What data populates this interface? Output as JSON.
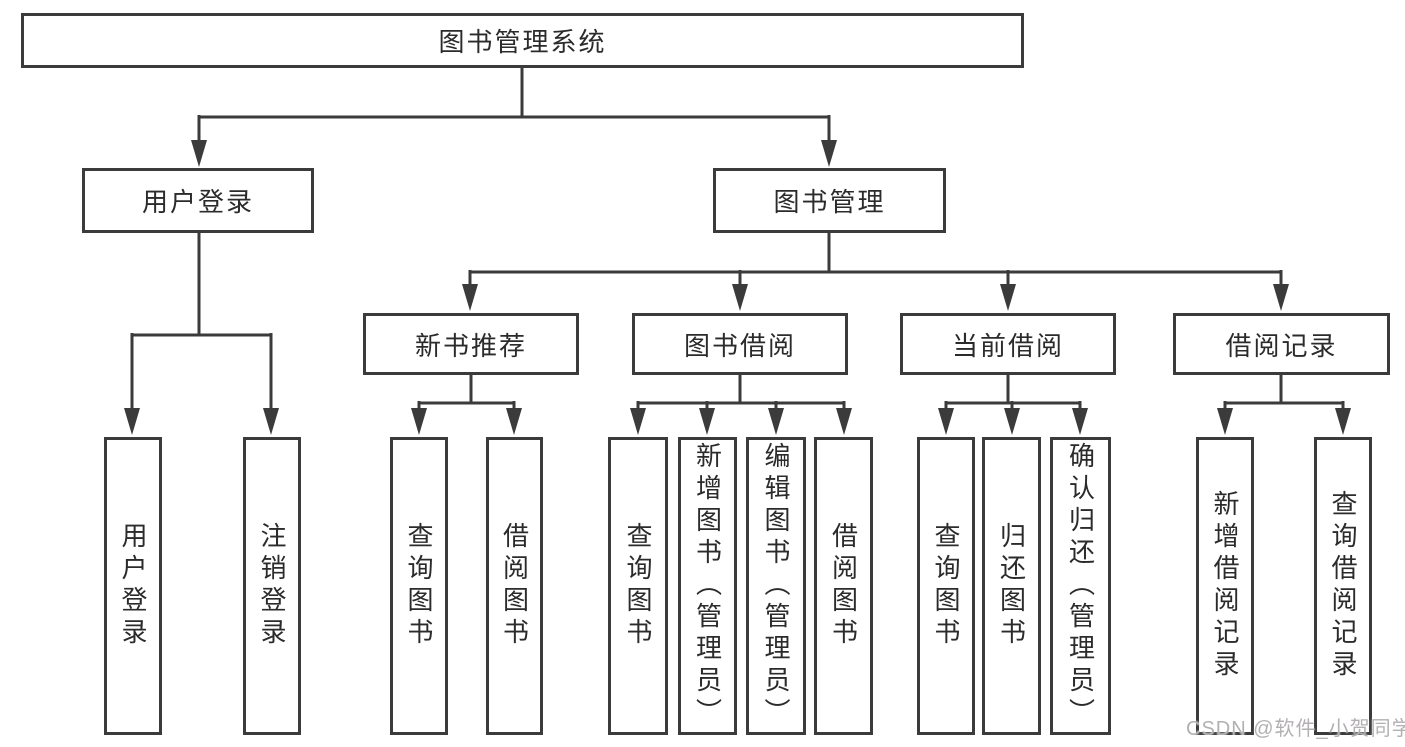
{
  "colors": {
    "line": "#3b3b3b",
    "text": "#2b2b2b",
    "bg": "#ffffff",
    "watermark": "#b3b0b3"
  },
  "root": {
    "label": "图书管理系统"
  },
  "level2": {
    "user_login": {
      "label": "用户登录",
      "children": [
        "用户登录",
        "注销登录"
      ]
    },
    "book_mgmt": {
      "label": "图书管理"
    }
  },
  "level3": [
    {
      "label": "新书推荐",
      "children": [
        "查询图书",
        "借阅图书"
      ]
    },
    {
      "label": "图书借阅",
      "children": [
        "查询图书",
        "新增图书（管理员）",
        "编辑图书（管理员）",
        "借阅图书"
      ]
    },
    {
      "label": "当前借阅",
      "children": [
        "查询图书",
        "归还图书",
        "确认归还（管理员）"
      ]
    },
    {
      "label": "借阅记录",
      "children": [
        "新增借阅记录",
        "查询借阅记录"
      ]
    }
  ],
  "watermark": "CSDN @软件_小贺同学"
}
